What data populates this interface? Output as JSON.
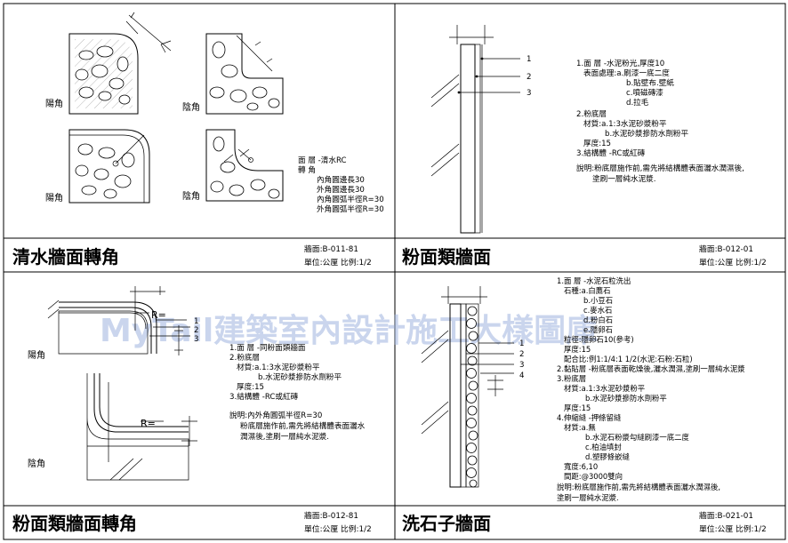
{
  "watermark": "MyTail建築室內設計施工大樣圖庫",
  "panels": [
    {
      "title": "清水牆面轉角",
      "code": "牆面:B-011-81",
      "unit_scale": "單位:公厘 比例:1/2",
      "labels": [
        "陽角",
        "陰角",
        "陽角",
        "陰角"
      ],
      "notes": [
        "面 層 -清水RC",
        "轉 角",
        "內角圓邊長30",
        "外角圓邊長30",
        "內角圓弧半徑R=30",
        "外角圓弧半徑R=30"
      ]
    },
    {
      "title": "粉面類牆面",
      "code": "牆面:B-012-01",
      "unit_scale": "單位:公厘 比例:1/2",
      "callouts": [
        "1",
        "2",
        "3"
      ],
      "notes": [
        "1.面 層 -水泥粉光,厚度10",
        "表面處理:a.刷漆一底二度",
        "b.貼壁布.壁紙",
        "c.噴磁磚漆",
        "d.拉毛",
        "2.粉底層",
        "材質:a.1:3水泥砂漿粉平",
        "b.水泥砂漿摻防水劑粉平",
        "厚度:15",
        "3.結構體 -RC或紅磚",
        "說明:粉底層施作前,需先將結構體表面灑水潤濕後,",
        "塗刷一層純水泥漿."
      ]
    },
    {
      "title": "粉面類牆面轉角",
      "code": "牆面:B-012-81",
      "unit_scale": "單位:公厘 比例:1/2",
      "labels": [
        "陽角",
        "陰角"
      ],
      "radius_labels": [
        "R=",
        "R="
      ],
      "callouts": [
        "1",
        "2",
        "3"
      ],
      "notes": [
        "1.面 層 -同粉面類牆面",
        "2.粉底層",
        "材質:a.1:3水泥砂漿粉平",
        "b.水泥砂漿摻防水劑粉平",
        "厚度:15",
        "3.結構體 -RC或紅磚",
        "說明:內外角圓弧半徑R=30",
        "粉底層施作前,需先將結構體表面灑水",
        "潤濕後,塗刷一層純水泥漿."
      ]
    },
    {
      "title": "洗石子牆面",
      "code": "牆面:B-021-01",
      "unit_scale": "單位:公厘 比例:1/2",
      "callouts": [
        "1",
        "2",
        "3",
        "4"
      ],
      "notes": [
        "1.面 層 -水泥石粒洗出",
        "石種:a.白鷹石",
        "b.小豆石",
        "c.麥水石",
        "d.粉白石",
        "e.隱卵石",
        "粒徑:隱卵石10(參考)",
        "厚度:15",
        "配合比:例1:1/4:1 1/2(水泥:石粉:石粒)",
        "2.黏貼層 -粉底層表面乾燥後,灑水潤濕,塗刷一層純水泥漿",
        "3.粉底層",
        "材質:a.1:3水泥砂漿粉平",
        "b.水泥砂漿摻防水劑粉平",
        "厚度:15",
        "4.伸縮縫 -押條留縫",
        "材質:a.無",
        "b.水泥石粉漿勾縫刷漆一底二度",
        "c.柏油填封",
        "d.塑膠條嵌縫",
        "寬度:6,10",
        "間距:@3000雙向",
        "說明:粉底層施作前,需先將結構體表面灑水潤濕後,",
        "塗刷一層純水泥漿."
      ]
    }
  ]
}
